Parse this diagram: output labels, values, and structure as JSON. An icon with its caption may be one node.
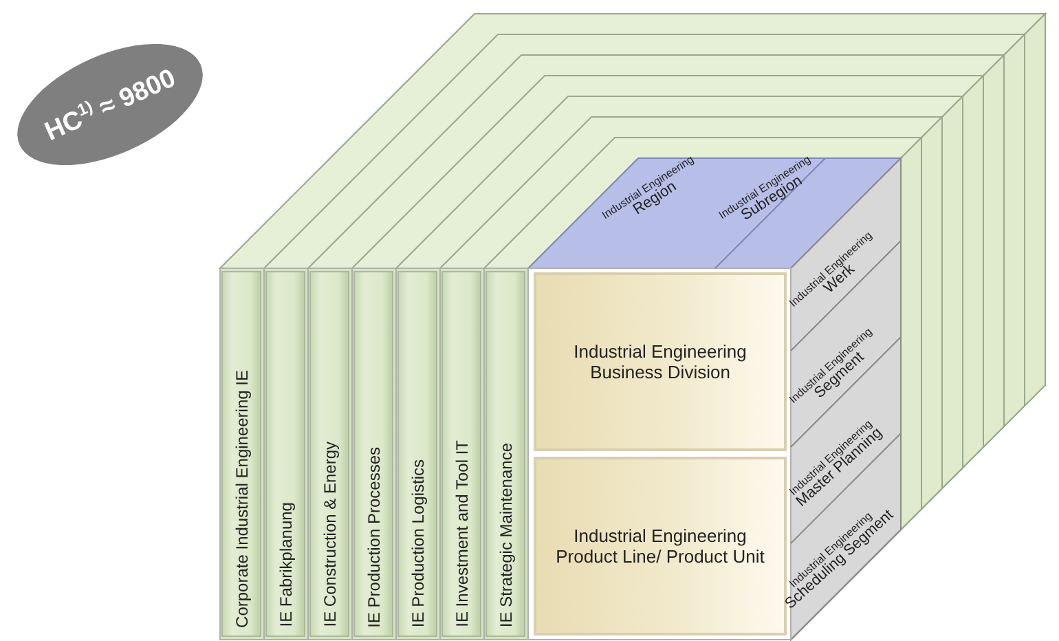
{
  "diagram": {
    "nodes": [
      {
        "text": [
          "HC$^{1)}$ ≈ 9800"
        ]
      },
      {
        "text": [
          "Corporate Industrial Engineering IE"
        ]
      },
      {
        "text": [
          "IE Fabrikplanung"
        ]
      },
      {
        "text": [
          "IE Construction & Energy"
        ]
      },
      {
        "text": [
          "IE Production Processes"
        ]
      },
      {
        "text": [
          "IE Production Logistics"
        ]
      },
      {
        "text": [
          "IE Investment and Tool IT"
        ]
      },
      {
        "text": [
          "IE Strategic Maintenance"
        ]
      },
      {
        "text": [
          "Industrial Engineering",
          "Region"
        ]
      },
      {
        "text": [
          "Industrial Engineering",
          "Subregion"
        ]
      },
      {
        "text": [
          "Industrial Engineering Business Division"
        ]
      },
      {
        "text": [
          "Industrial Engineering Product Line/ Product Unit"
        ]
      },
      {
        "text": [
          "Industrial Engineering",
          "Werk"
        ]
      },
      {
        "text": [
          "Industrial Engineering",
          "Segment"
        ]
      },
      {
        "text": [
          "Industrial Engineering",
          "Master Planning"
        ]
      },
      {
        "text": [
          "Industrial Engineering",
          "Scheduling Segment"
        ]
      }
    ]
  }
}
